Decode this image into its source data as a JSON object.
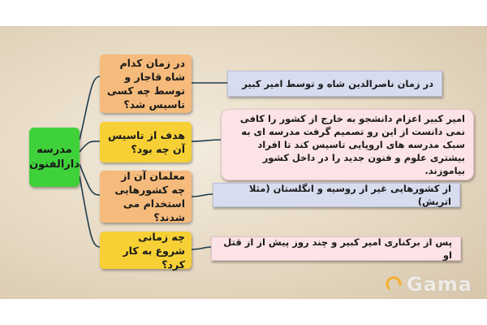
{
  "root": {
    "label": "مدرسه دارالفنون"
  },
  "questions": [
    {
      "text": "در زمان کدام شاه قاجار و توسط چه کسی تاسیس شد؟",
      "color": "#f6bb7c"
    },
    {
      "text": "هدف از تاسیس آن چه بود؟",
      "color": "#f7d035"
    },
    {
      "text": "معلمان آن از چه کشورهایی استخدام می شدند؟",
      "color": "#f6bb7c"
    },
    {
      "text": "چه زمانی شروع به کار کرد؟",
      "color": "#f7d035"
    }
  ],
  "answers": [
    {
      "text": "در زمان ناصرالدین شاه و توسط امیر کبیر",
      "style": "blue"
    },
    {
      "text": "امیر کبیر اعزام دانشجو به خارج از کشور را کافی نمی دانست از این رو تصمیم گرفت مدرسه ای به سبک مدرسه های اروپایی تاسیس کند تا افراد بیشتری علوم و فنون جدید را در داخل کشور بیاموزند.",
      "style": "pink"
    },
    {
      "text": "از کشورهایی غیر از روسیه و انگلستان (مثلا اتریش)",
      "style": "blue"
    },
    {
      "text": "پس از برکناری امیر کبیر و چند روز پیش از از قتل او",
      "style": "pink"
    }
  ],
  "branding": {
    "logo_text": "Gama",
    "accent_color": "#f2b134"
  },
  "colors": {
    "root": "#3fd13a",
    "connector": "#1f3d4d"
  }
}
